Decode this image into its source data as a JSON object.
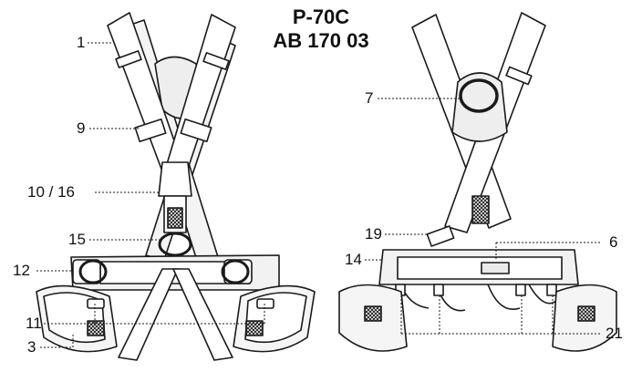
{
  "title": {
    "model": "P-70C",
    "code": "AB 170 03"
  },
  "callouts": {
    "c1": "1",
    "c9": "9",
    "c10_16": "10 / 16",
    "c15": "15",
    "c12": "12",
    "c11": "11",
    "c3": "3",
    "c7": "7",
    "c19": "19",
    "c6": "6",
    "c14": "14",
    "c21": "21"
  },
  "colors": {
    "line": "#1a1a1a",
    "fill": "#ffffff",
    "shade": "#cfcfcf",
    "dark": "#3a3a3a"
  }
}
